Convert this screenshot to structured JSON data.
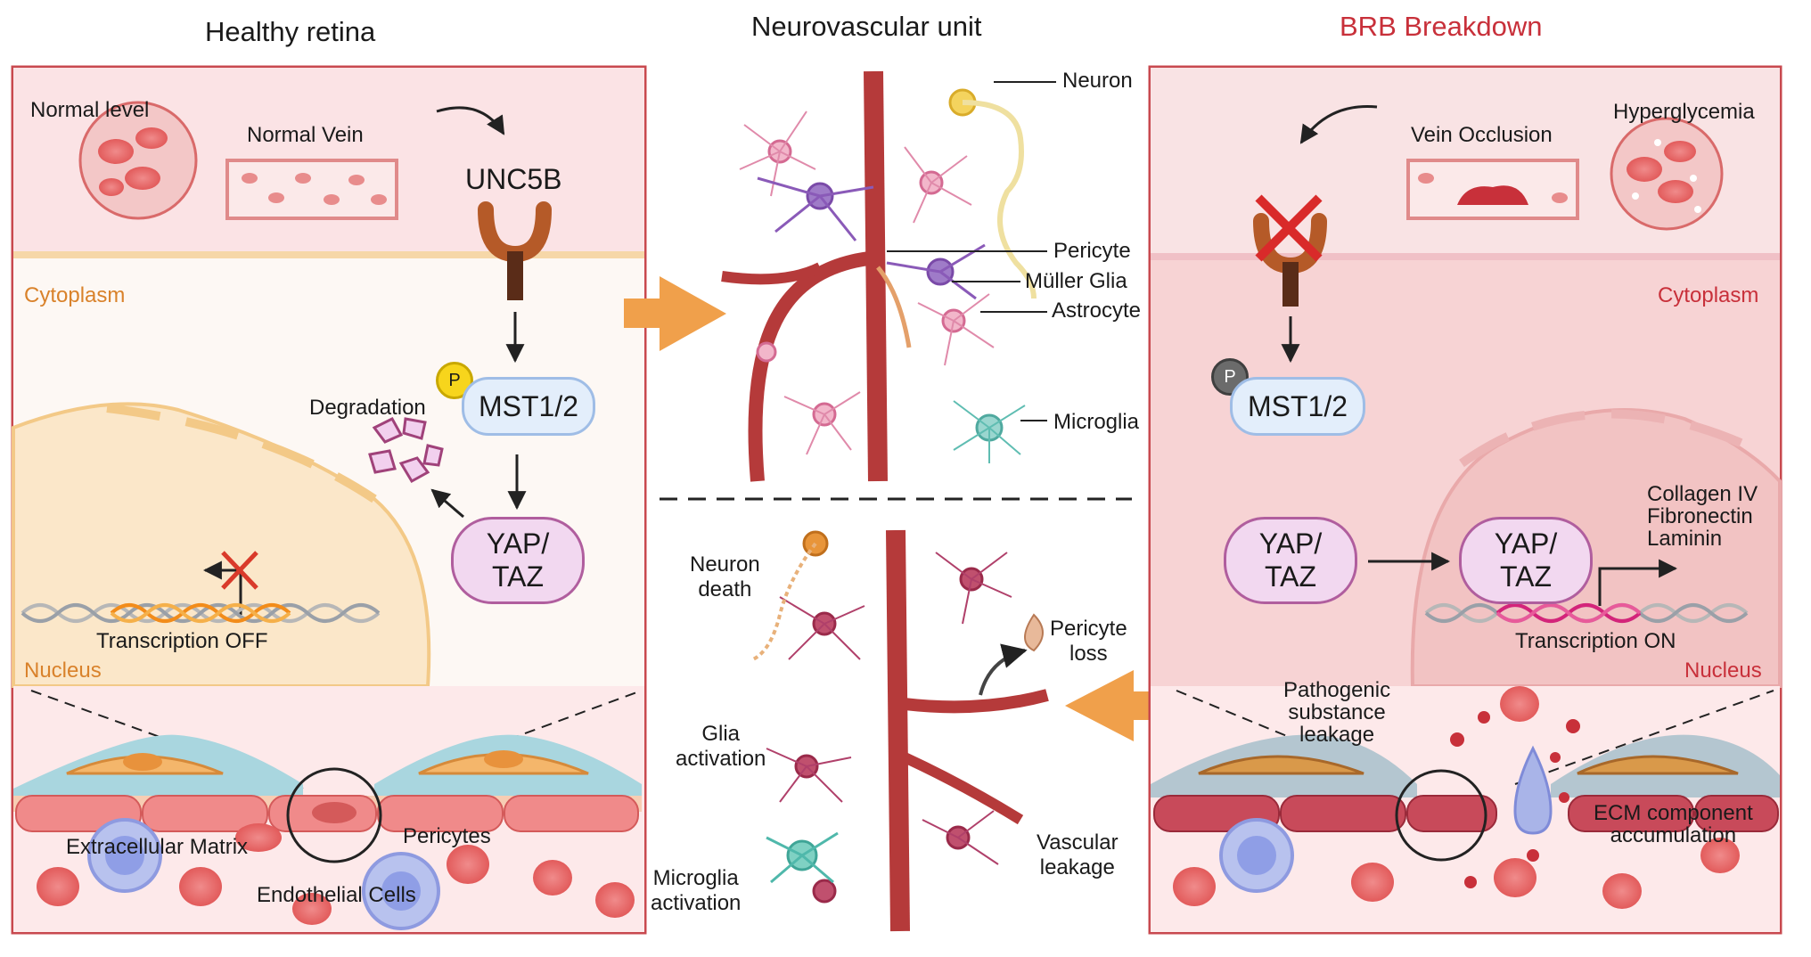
{
  "titles": {
    "left": "Healthy retina",
    "center": "Neurovascular unit",
    "right": "BRB Breakdown"
  },
  "left_panel": {
    "normal_level": "Normal level",
    "normal_vein": "Normal Vein",
    "receptor": "UNC5B",
    "cytoplasm": "Cytoplasm",
    "phospho": "P",
    "mst": "MST1/2",
    "degradation": "Degradation",
    "yap_taz": "YAP/\nTAZ",
    "transcription": "Transcription OFF",
    "nucleus": "Nucleus",
    "extracellular_matrix": "Extracellular Matrix",
    "pericytes": "Pericytes",
    "endothelial_cells": "Endothelial Cells"
  },
  "center_panel": {
    "neuron": "Neuron",
    "pericyte": "Pericyte",
    "muller_glia": "Müller Glia",
    "astrocyte": "Astrocyte",
    "microglia": "Microglia",
    "neuron_death": "Neuron\ndeath",
    "pericyte_loss": "Pericyte\nloss",
    "glia_activation": "Glia\nactivation",
    "vascular_leakage": "Vascular\nleakage",
    "microglia_activation": "Microglia\nactivation"
  },
  "right_panel": {
    "vein_occlusion": "Vein Occlusion",
    "hyperglycemia": "Hyperglycemia",
    "cytoplasm": "Cytoplasm",
    "phospho": "P",
    "mst": "MST1/2",
    "yap_taz_cyto": "YAP/\nTAZ",
    "yap_taz_nuc": "YAP/\nTAZ",
    "targets": "Collagen IV\nFibronectin\nLaminin",
    "transcription": "Transcription ON",
    "nucleus": "Nucleus",
    "pathogenic": "Pathogenic\nsubstance\nleakage",
    "ecm": "ECM component\naccumulation"
  },
  "colors": {
    "panel_border": "#c8494f",
    "left_bg": "#fdf0f0",
    "right_bg": "#f7d9da",
    "nucleus_left": "#fbe8cf",
    "nucleus_right": "#f2c6c6",
    "pill_blue": "#e3eefb",
    "pill_pink": "#f2d8f0",
    "arrow_orange": "#f0a04b",
    "vessel": "#b53a3a"
  }
}
